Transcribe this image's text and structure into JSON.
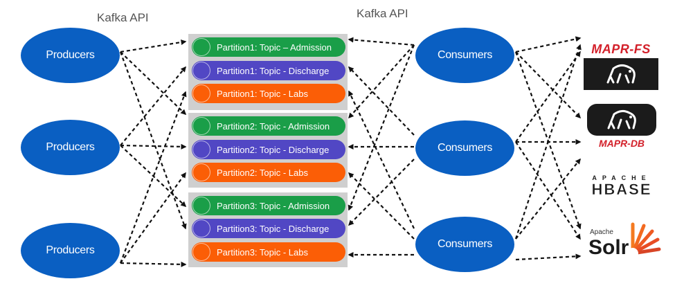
{
  "labels": {
    "api_left": "Kafka API",
    "api_right": "Kafka API"
  },
  "producers": [
    {
      "label": "Producers"
    },
    {
      "label": "Producers"
    },
    {
      "label": "Producers"
    }
  ],
  "consumers": [
    {
      "label": "Consumers"
    },
    {
      "label": "Consumers"
    },
    {
      "label": "Consumers"
    }
  ],
  "partitions": [
    {
      "items": [
        {
          "label": "Partition1: Topic – Admission"
        },
        {
          "label": "Partition1: Topic - Discharge"
        },
        {
          "label": "Partition1: Topic - Labs"
        }
      ]
    },
    {
      "items": [
        {
          "label": "Partition2: Topic - Admission"
        },
        {
          "label": "Partition2: Topic - Discharge"
        },
        {
          "label": "Partition2: Topic - Labs"
        }
      ]
    },
    {
      "items": [
        {
          "label": "Partition3: Topic - Admission"
        },
        {
          "label": "Partition3: Topic - Discharge"
        },
        {
          "label": "Partition3: Topic - Labs"
        }
      ]
    }
  ],
  "topic_colors": {
    "admission": "#1a9e48",
    "discharge": "#5147c4",
    "labs": "#fb5e06"
  },
  "node_color": "#0a5fc2",
  "sinks": {
    "mapr_fs": "MAPR-FS",
    "mapr_db": "MAPR-DB",
    "hbase_top": "APACHE",
    "hbase": "HBASE",
    "solr_top": "Apache",
    "solr": "Solr"
  }
}
